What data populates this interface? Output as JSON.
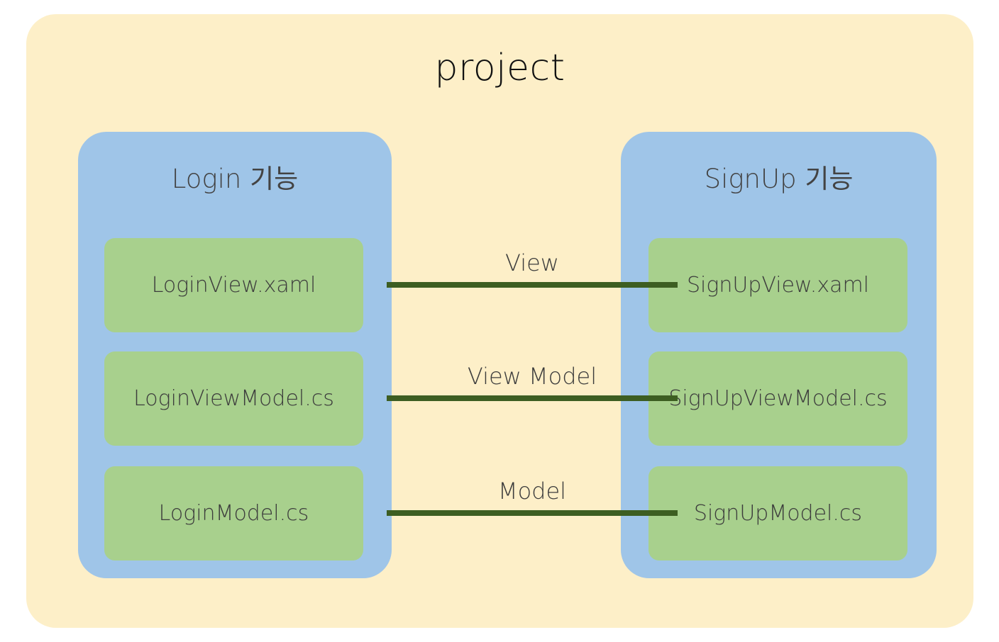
{
  "diagram": {
    "title": "project",
    "background_color": "#fdefc8",
    "group_color": "#9fc5e8",
    "file_color": "#a8d08d",
    "connector_color": "#3d5e22",
    "groups": [
      {
        "id": "login",
        "title": "Login 기능",
        "files": [
          {
            "label": "LoginView.xaml"
          },
          {
            "label": "LoginViewModel.cs"
          },
          {
            "label": "LoginModel.cs"
          }
        ]
      },
      {
        "id": "signup",
        "title": "SignUp 기능",
        "files": [
          {
            "label": "SignUpView.xaml"
          },
          {
            "label": "SignUpViewModel.cs"
          },
          {
            "label": "SignUpModel.cs"
          }
        ]
      }
    ],
    "connectors": [
      {
        "label": "View"
      },
      {
        "label": "View Model"
      },
      {
        "label": "Model"
      }
    ]
  }
}
